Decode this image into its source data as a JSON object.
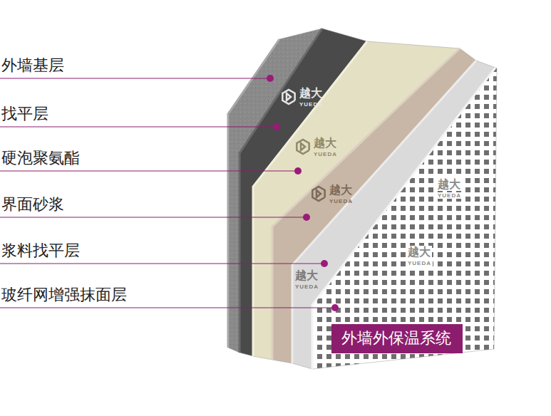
{
  "diagram": {
    "nodes": [
      {
        "text": [
          "外墙外保温系统"
        ]
      }
    ],
    "labels": [
      "外墙基层",
      "找平层",
      "硬泡聚氨酯",
      "界面砂浆",
      "浆料找平层",
      "玻纤网增强抹面层",
      "越大",
      "YUEDA",
      "越大",
      "YUEDA",
      "越大",
      "YUEDA",
      "越大",
      "YUEDA",
      "越大",
      "YUEDA",
      "越大",
      "YUEDA"
    ]
  }
}
